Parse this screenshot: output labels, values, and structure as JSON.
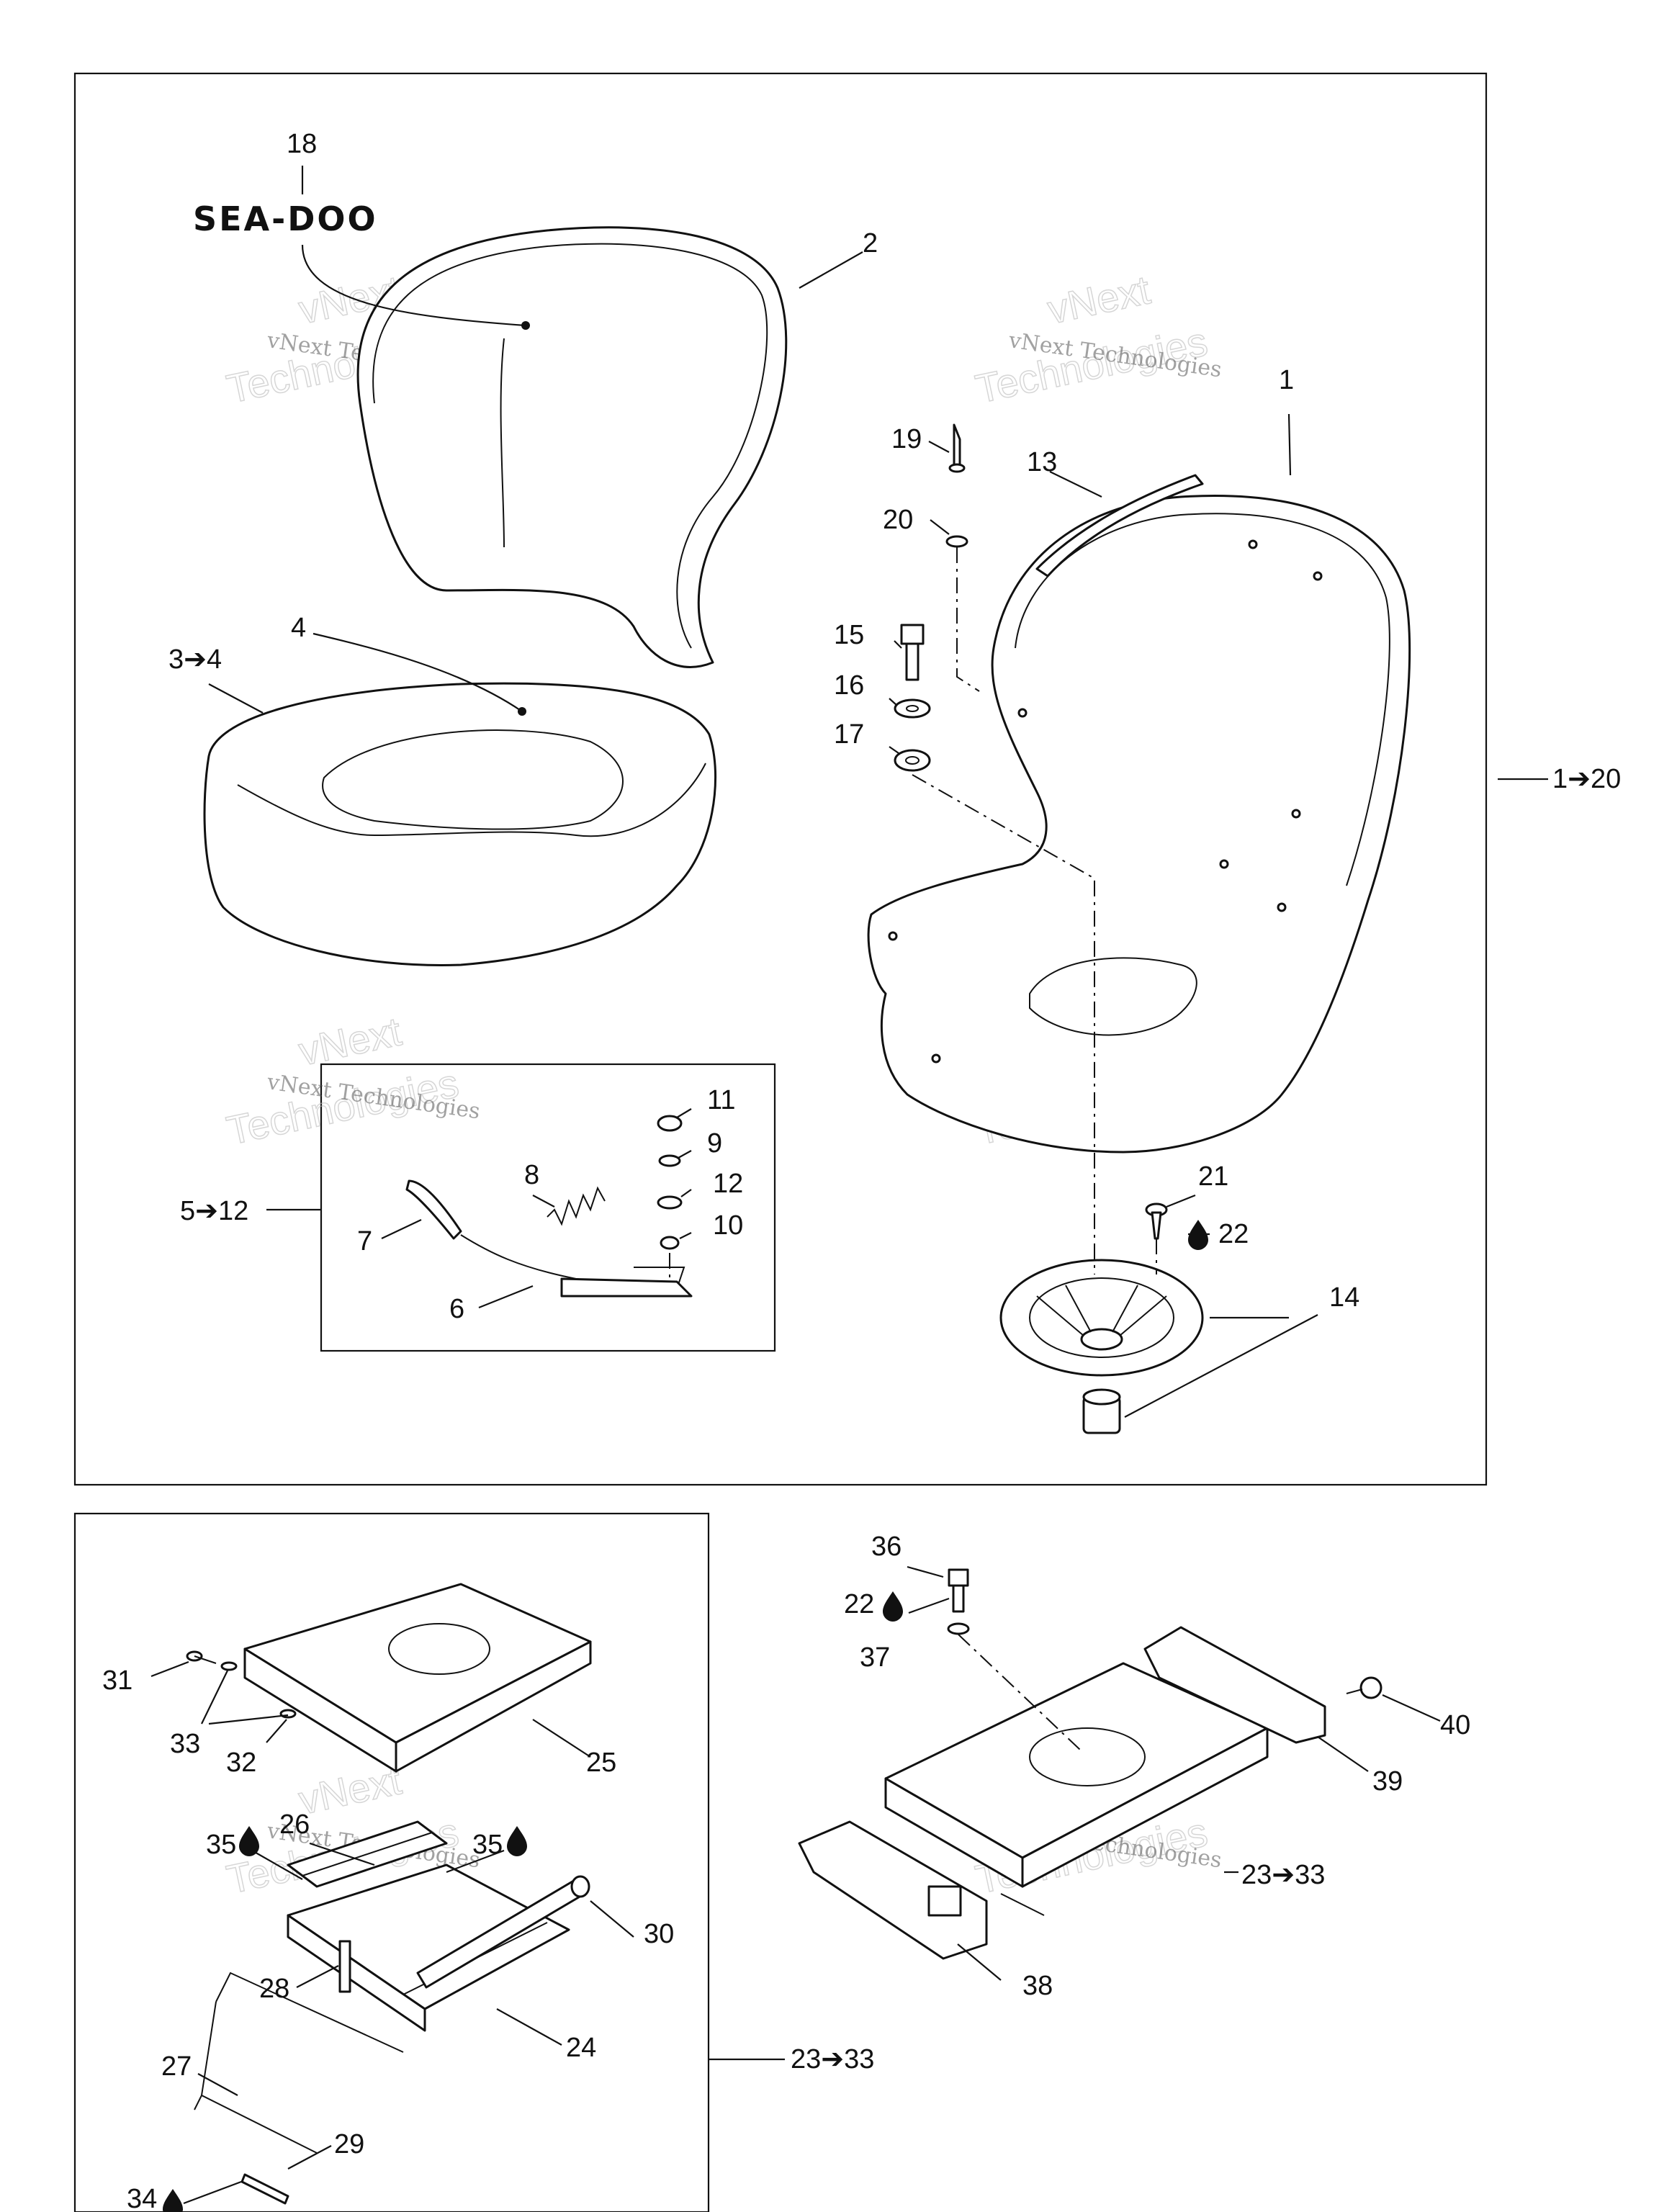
{
  "logo_text": "SEA-DOO",
  "watermark": {
    "line1": "vNext Technologies",
    "line2": "vNext",
    "line3": "Technologies"
  },
  "callouts": {
    "c1": "1",
    "c2": "2",
    "c3": "3➔4",
    "c4": "4",
    "c6": "6",
    "c7": "7",
    "c8": "8",
    "c9": "9",
    "c10": "10",
    "c11": "11",
    "c12": "12",
    "c13": "13",
    "c14": "14",
    "c15": "15",
    "c16": "16",
    "c17": "17",
    "c18": "18",
    "c19": "19",
    "c20": "20",
    "c21": "21",
    "c22": "22",
    "c5_12": "5➔12",
    "c1_20": "1➔20",
    "c24": "24",
    "c25": "25",
    "c26": "26",
    "c27": "27",
    "c28": "28",
    "c29": "29",
    "c30": "30",
    "c31": "31",
    "c32": "32",
    "c33": "33",
    "c34": "34",
    "c35a": "35",
    "c35b": "35",
    "c22b": "22",
    "c23_33a": "23➔33",
    "c23_33b": "23➔33",
    "c36": "36",
    "c37": "37",
    "c38": "38",
    "c39": "39",
    "c40": "40"
  },
  "icons": {
    "liquid_drop": "liquid-drop-icon",
    "arrow": "right-arrow"
  }
}
